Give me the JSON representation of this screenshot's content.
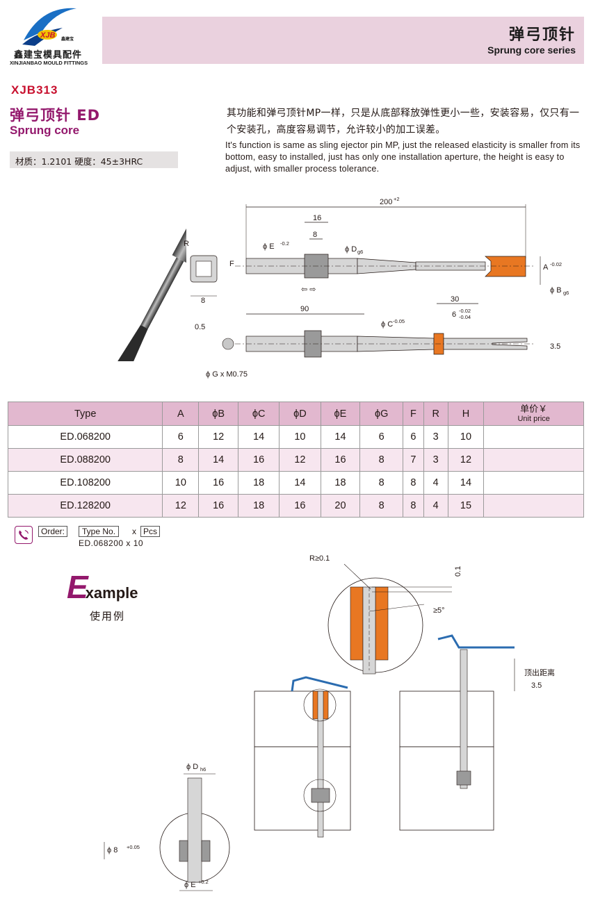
{
  "brand": {
    "logo_text": "XJB",
    "logo_sub": "鑫建宝",
    "name_cn": "鑫建宝模具配件",
    "name_en": "XINJIANBAO MOULD FITTINGS"
  },
  "header": {
    "title_cn": "弹弓顶针",
    "title_en": "Sprung core series"
  },
  "product": {
    "code": "XJB313",
    "title_cn": "弹弓顶针  ED",
    "title_en": "Sprung core",
    "material": "材质：1.2101  硬度：45±3HRC",
    "desc_cn": "其功能和弹弓顶针MP一样，只是从底部释放弹性更小一些，安装容易，仅只有一个安装孔，高度容易调节，允许较小的加工误差。",
    "desc_en": "It's function is same as sling ejector pin MP, just the released elasticity is smaller from its bottom, easy to installed, just has only one installation aperture, the height is easy to adjust, with smaller process tolerance."
  },
  "drawing": {
    "length": "200",
    "length_tol": "+2",
    "dim_16": "16",
    "dim_8": "8",
    "phiE": "ϕ E",
    "phiE_tol": "-0.2",
    "phiD": "ϕ D",
    "phiD_tol": "g6",
    "A": "A",
    "A_tol": "-0.02",
    "phiB": "ϕ B",
    "phiB_tol": "g6",
    "R": "R",
    "F": "F",
    "sq8": "8",
    "dim_90": "90",
    "dim_30": "30",
    "phiC": "ϕ C",
    "phiC_tol": "-0.05",
    "dim_6": "6",
    "dim_6_tol_top": "-0.02",
    "dim_6_tol_bot": "-0.04",
    "dim_35": "3.5",
    "dim_05": "0.5",
    "thread": "ϕ G x M0.75",
    "arrows": "⇦ ⇨"
  },
  "table": {
    "headers": [
      "Type",
      "A",
      "ϕB",
      "ϕC",
      "ϕD",
      "ϕE",
      "ϕG",
      "F",
      "R",
      "H"
    ],
    "price_cn": "单价￥",
    "price_en": "Unit price",
    "rows": [
      [
        "ED.068200",
        "6",
        "12",
        "14",
        "10",
        "14",
        "6",
        "6",
        "3",
        "10",
        ""
      ],
      [
        "ED.088200",
        "8",
        "14",
        "16",
        "12",
        "16",
        "8",
        "7",
        "3",
        "12",
        ""
      ],
      [
        "ED.108200",
        "10",
        "16",
        "18",
        "14",
        "18",
        "8",
        "8",
        "4",
        "14",
        ""
      ],
      [
        "ED.128200",
        "12",
        "16",
        "18",
        "16",
        "20",
        "8",
        "8",
        "4",
        "15",
        ""
      ]
    ]
  },
  "order": {
    "label": "Order:",
    "type_label": "Type No.",
    "x": "x",
    "pcs_label": "Pcs",
    "example": "ED.068200  x   10"
  },
  "example": {
    "big_letter": "E",
    "rest": "xample",
    "cn": "使用例",
    "r_label": "R≥0.1",
    "dim_01": "0.1",
    "angle": "≥5°",
    "eject_cn": "顶出距离",
    "eject_val": "3.5",
    "phiD": "ϕ D",
    "phiD_tol": "h6",
    "phi8": "ϕ 8",
    "phi8_tol": "+0.05",
    "phiE": "ϕ E",
    "phiE_tol": "+0.2"
  },
  "colors": {
    "accent": "#93186c",
    "code_red": "#c8102e",
    "header_band": "#ead1de",
    "table_header": "#e2b8cf",
    "table_alt": "#f7e6ef",
    "orange": "#e87722",
    "blue": "#2b6cb0"
  }
}
